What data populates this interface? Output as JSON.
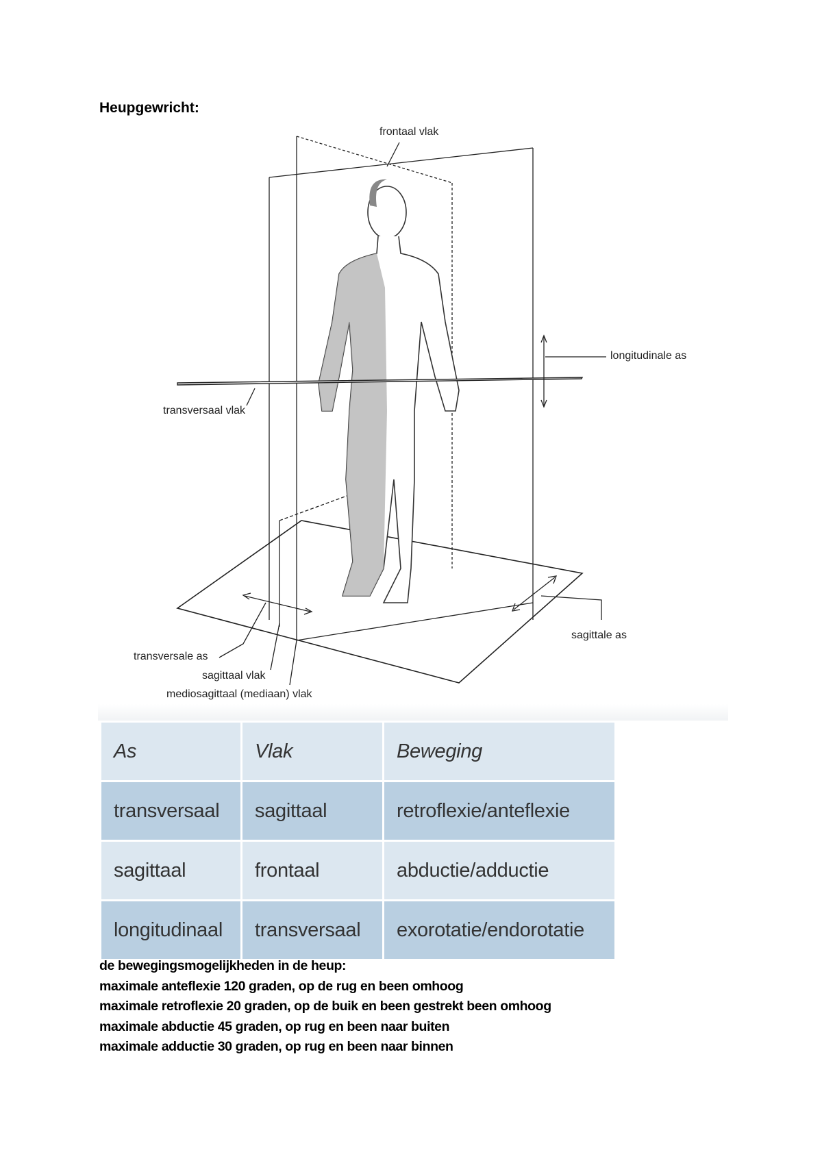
{
  "heading": "Heupgewricht:",
  "diagram": {
    "labels": {
      "frontal_plane": "frontaal vlak",
      "longitudinal_axis": "longitudinale as",
      "transverse_plane": "transversaal vlak",
      "sagittal_axis": "sagittale as",
      "transverse_axis": "transversale as",
      "sagittal_plane": "sagittaal vlak",
      "median_plane": "mediosagittaal (mediaan) vlak"
    }
  },
  "table": {
    "headers": [
      "As",
      "Vlak",
      "Beweging"
    ],
    "rows": [
      [
        "transversaal",
        "sagittaal",
        "retroflexie/anteflexie"
      ],
      [
        "sagittaal",
        "frontaal",
        "abductie/adductie"
      ],
      [
        "longitudinaal",
        "transversaal",
        "exorotatie/endorotatie"
      ]
    ],
    "colors": {
      "header": "#dce7f0",
      "row_dark": "#b9cfe1",
      "row_light": "#dce7f0"
    }
  },
  "notes": [
    "de bewegingsmogelijkheden in de heup:",
    "maximale anteflexie 120 graden, op de rug en been omhoog",
    "maximale retroflexie 20 graden, op de buik en been gestrekt been omhoog",
    "maximale abductie 45 graden, op rug en been naar buiten",
    "maximale adductie 30 graden, op rug en been naar binnen"
  ]
}
